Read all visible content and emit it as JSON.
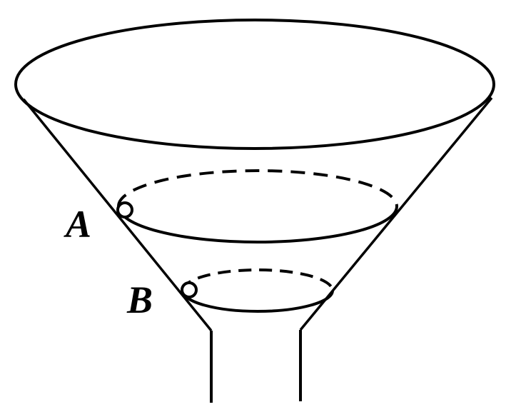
{
  "diagram": {
    "type": "funnel-circular-motion",
    "colors": {
      "stroke": "#000000",
      "background": "#ffffff"
    },
    "labels": {
      "a": "A",
      "b": "B"
    },
    "elements": {
      "funnel_rim": "solid ellipse (top opening)",
      "orbit_a": "horizontal circular path at A (front solid, back dashed)",
      "orbit_b": "horizontal circular path at B (front solid, back dashed)",
      "ball_a": "small ball on funnel wall at A",
      "ball_b": "small ball on funnel wall at B",
      "stem": "vertical funnel neck"
    }
  }
}
